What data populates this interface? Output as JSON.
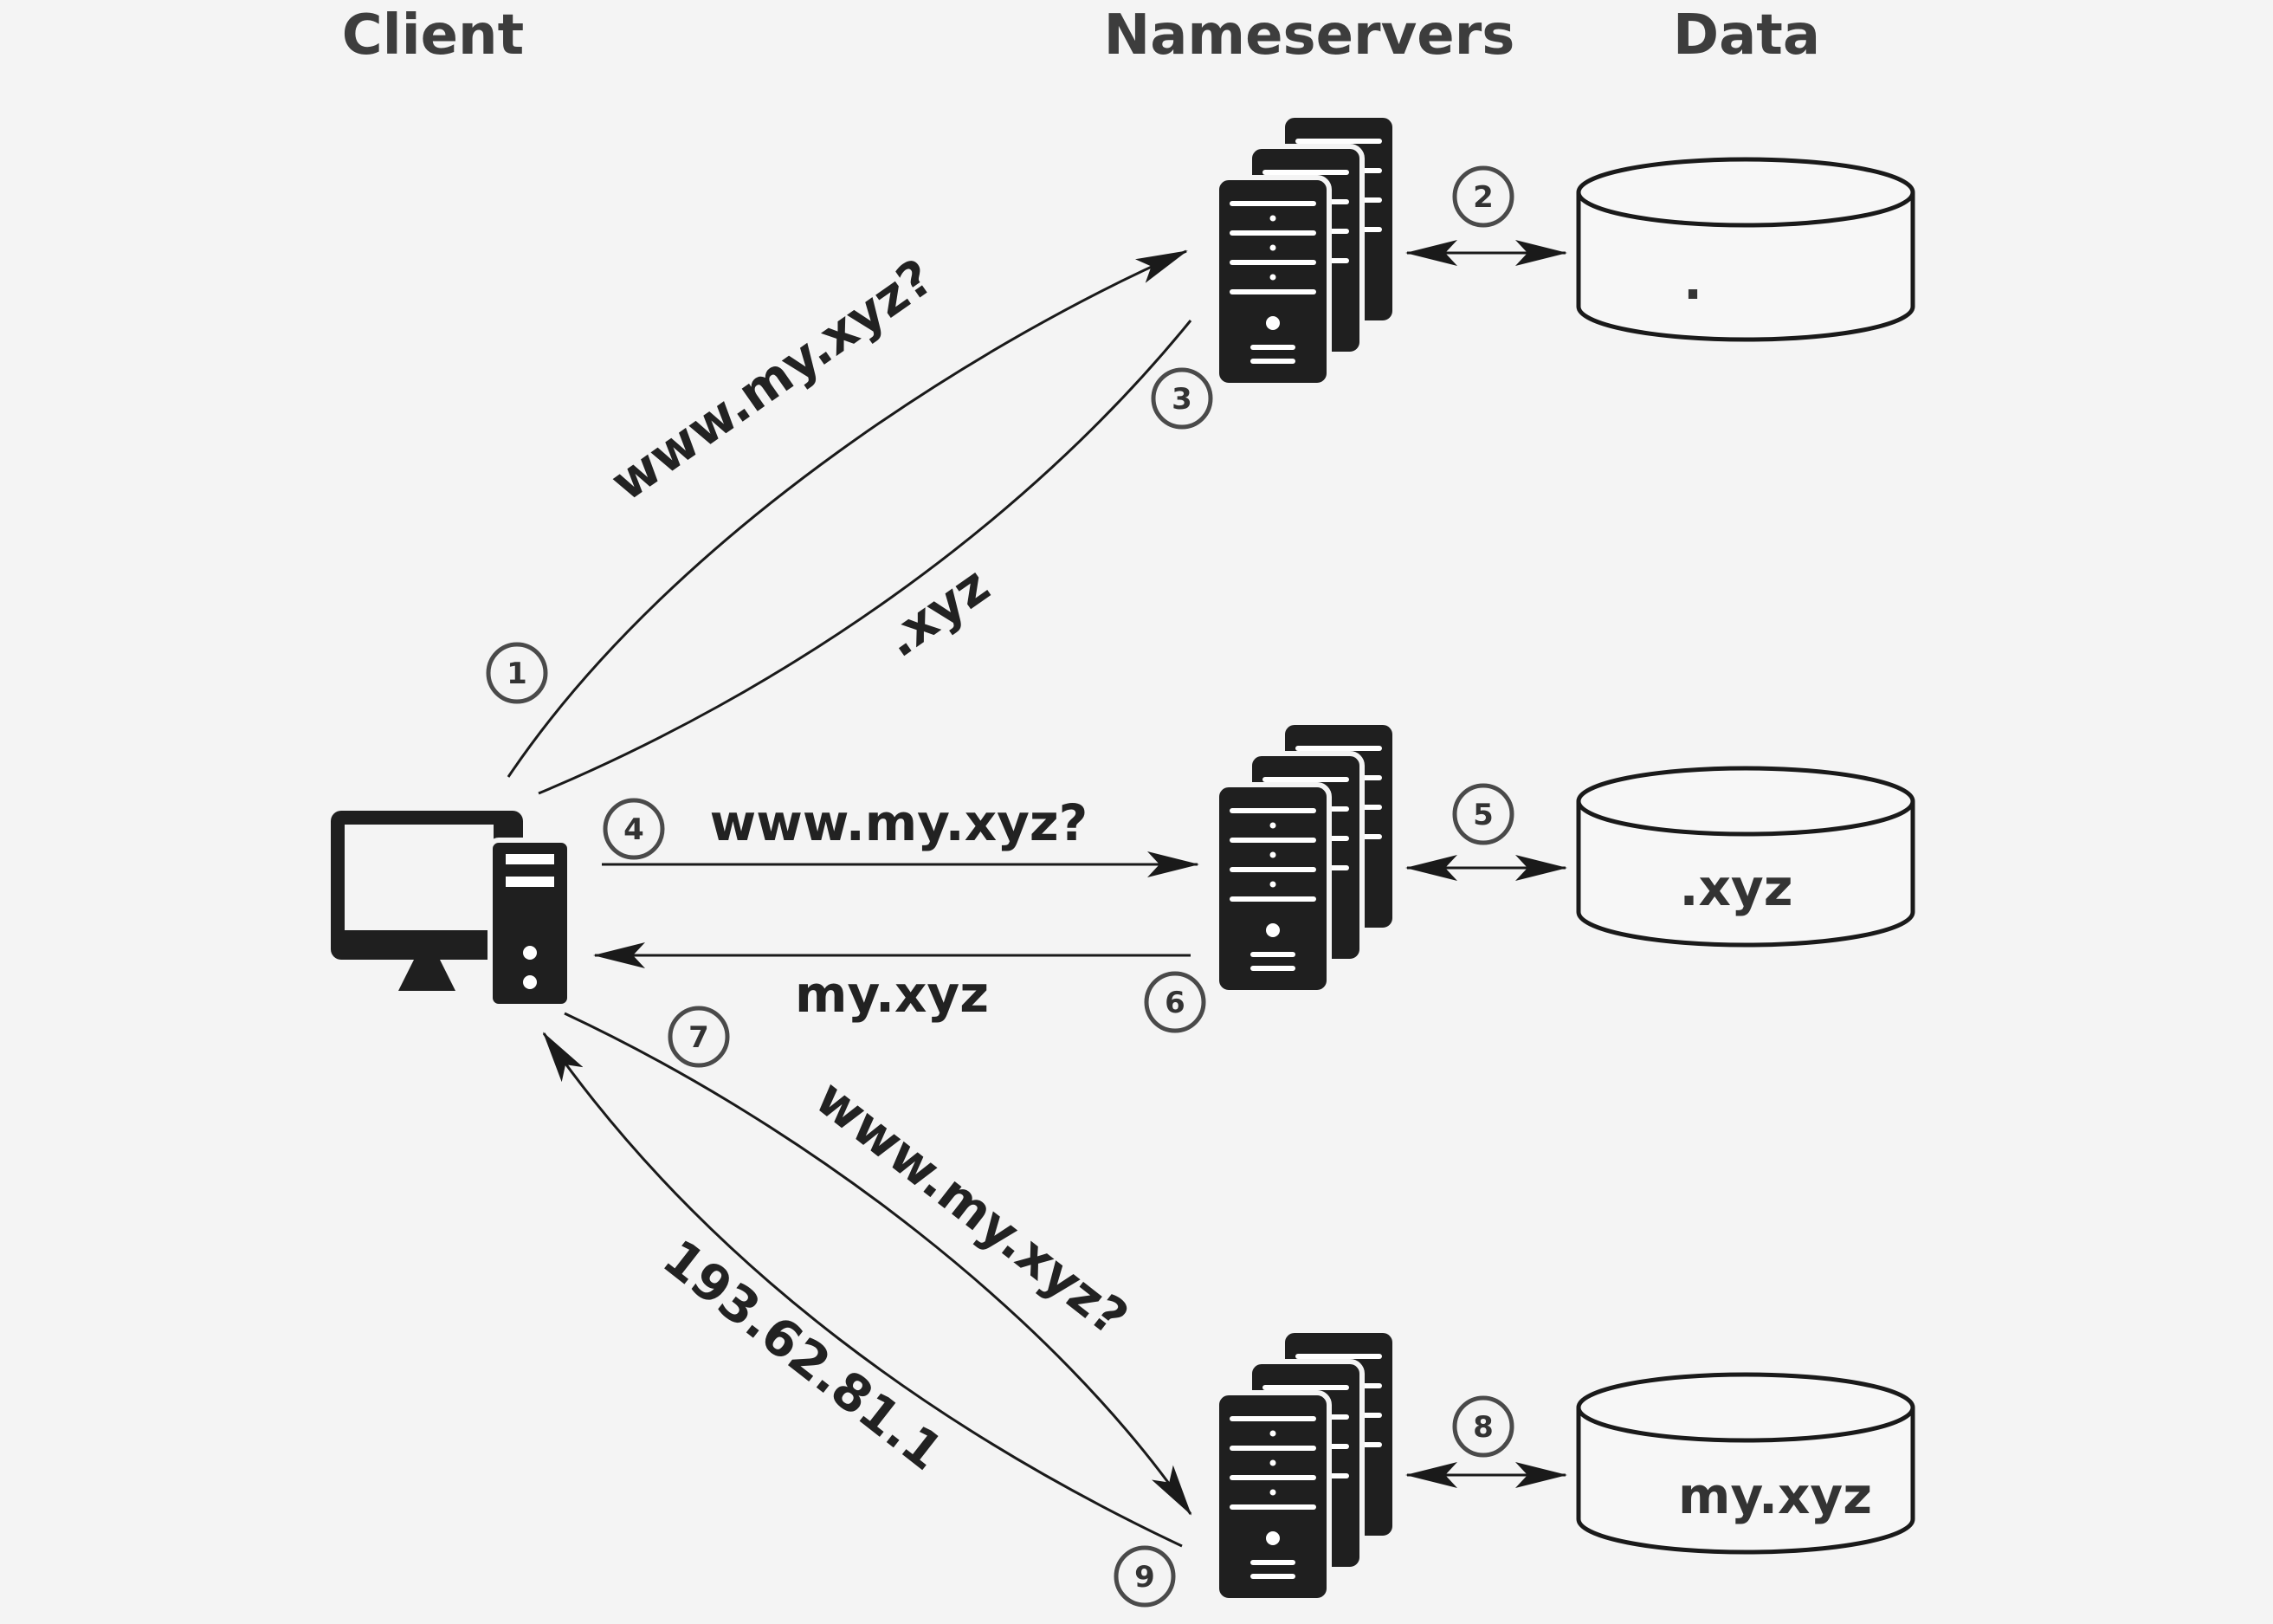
{
  "headers": {
    "client": "Client",
    "nameservers": "Nameservers",
    "data": "Data"
  },
  "databases": {
    "root": ".",
    "tld": ".xyz",
    "domain": "my.xyz"
  },
  "messages": {
    "query_root": "www.my.xyz?",
    "response_root": ".xyz",
    "query_tld": "www.my.xyz?",
    "response_tld": "my.xyz",
    "query_domain": "www.my.xyz?",
    "response_domain": "193.62.81.1"
  },
  "steps": [
    "1",
    "2",
    "3",
    "4",
    "5",
    "6",
    "7",
    "8",
    "9"
  ],
  "icons": {
    "client": "desktop-computer-icon",
    "nameserver": "server-stack-icon",
    "database": "database-cylinder-icon"
  }
}
